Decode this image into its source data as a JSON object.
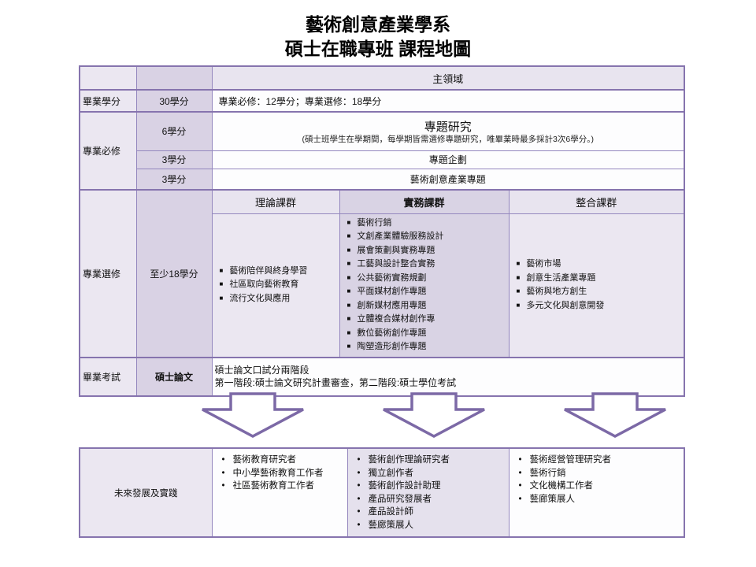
{
  "title": {
    "line1": "藝術創意產業學系",
    "line2": "碩士在職專班  課程地圖"
  },
  "colors": {
    "border_thin": "#9487BE",
    "border_thick": "#8674AE",
    "cell_light_lavender": "#EBE7F1",
    "cell_medium_lavender": "#D9D2E4",
    "cell_header_lavender": "#E8E4EF",
    "arrow_outline": "#7C69A6",
    "background": "#FFFFFF"
  },
  "curriculum_table": {
    "main_domain_header": "主領域",
    "graduation_credits": {
      "label": "畢業學分",
      "credits": "30學分",
      "detail": "專業必修：12學分；專業選修：18學分"
    },
    "required": {
      "label": "專業必修",
      "rows": [
        {
          "credits": "6學分",
          "course": "專題研究",
          "note": "(碩士班學生在學期間，每學期皆需選修專題研究，唯畢業時最多採計3次6學分。)"
        },
        {
          "credits": "3學分",
          "course": "專題企劃"
        },
        {
          "credits": "3學分",
          "course": "藝術創意產業專題"
        }
      ]
    },
    "elective": {
      "label": "專業選修",
      "credits": "至少18學分",
      "groups": [
        {
          "title": "理論課群",
          "items": [
            "藝術陪伴與終身學習",
            "社區取向藝術教育",
            "流行文化與應用"
          ]
        },
        {
          "title": "實務課群",
          "items": [
            "藝術行銷",
            "文創產業體驗服務設計",
            "展會策劃與實務專題",
            "工藝與設計整合實務",
            "公共藝術實務規劃",
            "平面媒材創作專題",
            "創新媒材應用專題",
            "立體複合媒材創作專",
            "數位藝術創作專題",
            "陶塑造形創作專題"
          ]
        },
        {
          "title": "整合課群",
          "items": [
            "藝術市場",
            "創意生活產業專題",
            "藝術與地方創生",
            "多元文化與創意開發"
          ]
        }
      ]
    },
    "exam": {
      "label": "畢業考試",
      "type": "碩士論文",
      "detail_line1": "碩士論文口試分兩階段",
      "detail_line2": "第一階段:碩士論文研究計畫審查，第二階段:碩士學位考試"
    }
  },
  "future_table": {
    "label": "未來發展及實踐",
    "columns": [
      {
        "items": [
          "藝術教育研究者",
          "中小學藝術教育工作者",
          "社區藝術教育工作者"
        ]
      },
      {
        "items": [
          "藝術創作理論研究者",
          "獨立創作者",
          "藝術創作設計助理",
          "產品研究發展者",
          "產品設計師",
          "藝廊策展人"
        ]
      },
      {
        "items": [
          "藝術經營管理研究者",
          "藝術行銷",
          "文化機構工作者",
          "藝廊策展人"
        ]
      }
    ]
  }
}
